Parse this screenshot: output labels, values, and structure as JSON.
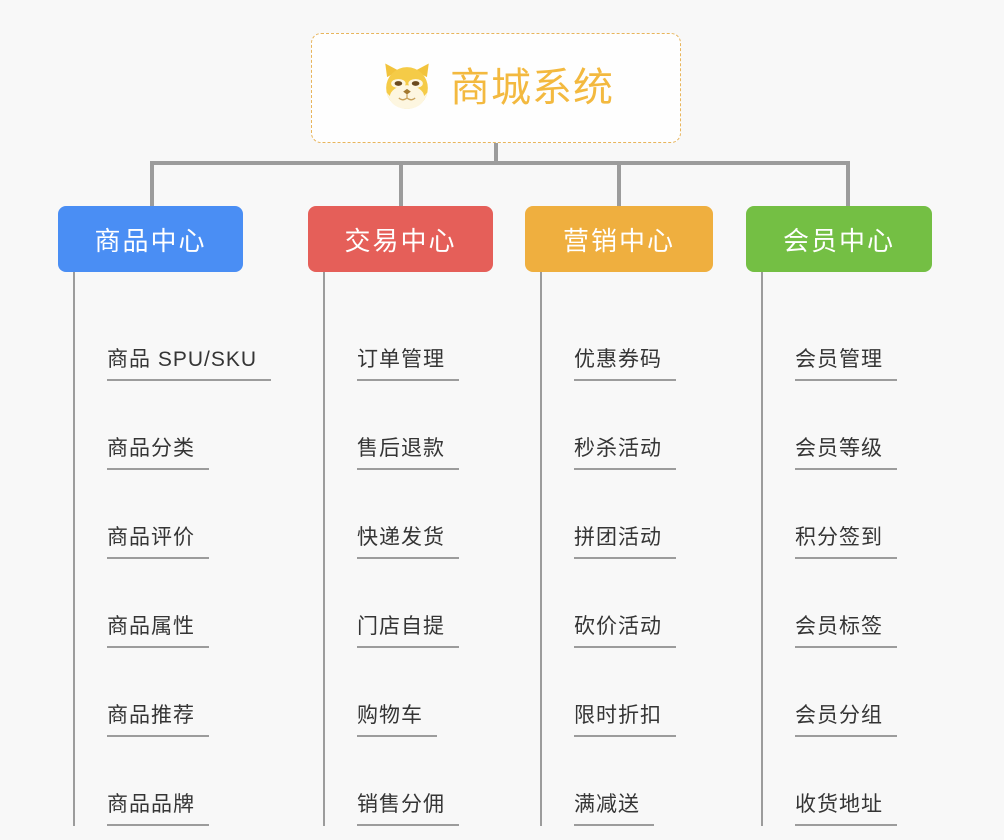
{
  "root": {
    "title": "商城系统",
    "icon": "shiba-dog-icon",
    "border_color": "#e8b55c",
    "text_color": "#f3b93f"
  },
  "canvas": {
    "background": "#f8f8f8",
    "connector_color": "#9c9c9c",
    "leaf_text_color": "#353535"
  },
  "branches": [
    {
      "label": "商品中心",
      "color": "#4a8ef4",
      "items": [
        "商品 SPU/SKU",
        "商品分类",
        "商品评价",
        "商品属性",
        "商品推荐",
        "商品品牌"
      ]
    },
    {
      "label": "交易中心",
      "color": "#e55f59",
      "items": [
        "订单管理",
        "售后退款",
        "快递发货",
        "门店自提",
        "购物车",
        "销售分佣"
      ]
    },
    {
      "label": "营销中心",
      "color": "#efaf3f",
      "items": [
        "优惠券码",
        "秒杀活动",
        "拼团活动",
        "砍价活动",
        "限时折扣",
        "满减送"
      ]
    },
    {
      "label": "会员中心",
      "color": "#74bf44",
      "items": [
        "会员管理",
        "会员等级",
        "积分签到",
        "会员标签",
        "会员分组",
        "收货地址"
      ]
    }
  ]
}
